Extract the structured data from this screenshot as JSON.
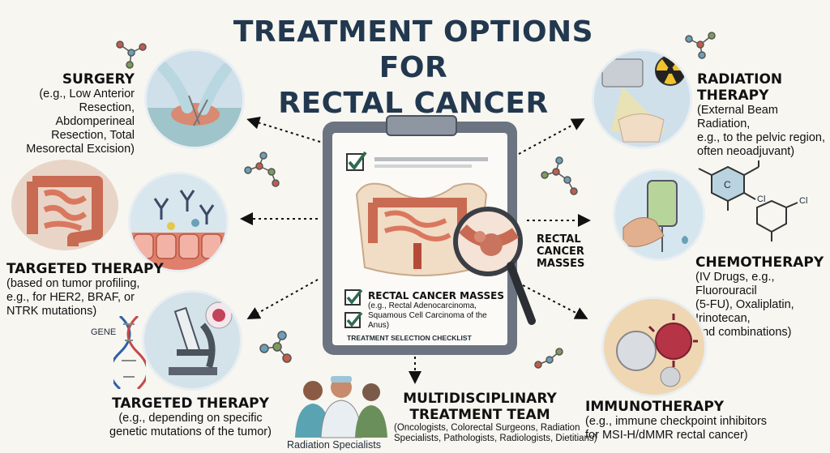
{
  "title": {
    "line1": "TREATMENT OPTIONS FOR",
    "line2": "RECTAL CANCER"
  },
  "surgery": {
    "heading": "SURGERY",
    "desc": [
      "(e.g., Low Anterior",
      "Resection, Abdomperineal",
      "Resection, Total",
      "Mesorectal Excision)"
    ]
  },
  "targeted_1": {
    "heading": "TARGETED THERAPY",
    "desc": [
      "(based on tumor profiling,",
      "e.g., for HER2, BRAF, or",
      "NTRK mutations)"
    ]
  },
  "targeted_2": {
    "heading": "TARGETED THERAPY",
    "desc": [
      "(e.g., depending on specific",
      "genetic mutations of the tumor)"
    ],
    "gene_label": "GENE"
  },
  "radiation": {
    "heading": [
      "RADIATION",
      "THERAPY"
    ],
    "desc": [
      "(External Beam Radiation,",
      "e.g., to the pelvic region,",
      "often neoadjuvant)"
    ]
  },
  "chemotherapy": {
    "heading": "CHEMOTHERAPY",
    "desc": [
      "(IV Drugs, e.g., Fluorouracil",
      "(5-FU), Oxaliplatin, Irinotecan,",
      "and combinations)"
    ],
    "molecule_labels": {
      "c": "C",
      "cl1": "Cl",
      "cl2": "Cl"
    }
  },
  "immunotherapy": {
    "heading": "IMMUNOTHERAPY",
    "desc": [
      "(e.g., immune checkpoint inhibitors",
      "for MSI-H/dMMR rectal cancer)"
    ]
  },
  "team": {
    "heading": [
      "MULTIDISCIPLINARY",
      "TREATMENT TEAM"
    ],
    "desc": [
      "(Oncologists, Colorectal Surgeons, Radiation",
      "Specialists, Pathologists, Radiologists, Dietitians)"
    ],
    "left_label": "Radiation Specialists"
  },
  "clipboard": {
    "masses_label": [
      "RECTAL",
      "CANCER",
      "MASSES"
    ],
    "check_heading": "RECTAL CANCER MASSES",
    "check_desc": [
      "(e.g., Rectal Adenocarcinoma,",
      "Squamous Cell Carcinoma of the Anus)"
    ],
    "footer": "TREATMENT SELECTION CHECKLIST"
  },
  "colors": {
    "title": "#22384f",
    "circle_bg": "#cfe0ea",
    "intestine": "#d9785f",
    "check": "#2f6b4f"
  }
}
